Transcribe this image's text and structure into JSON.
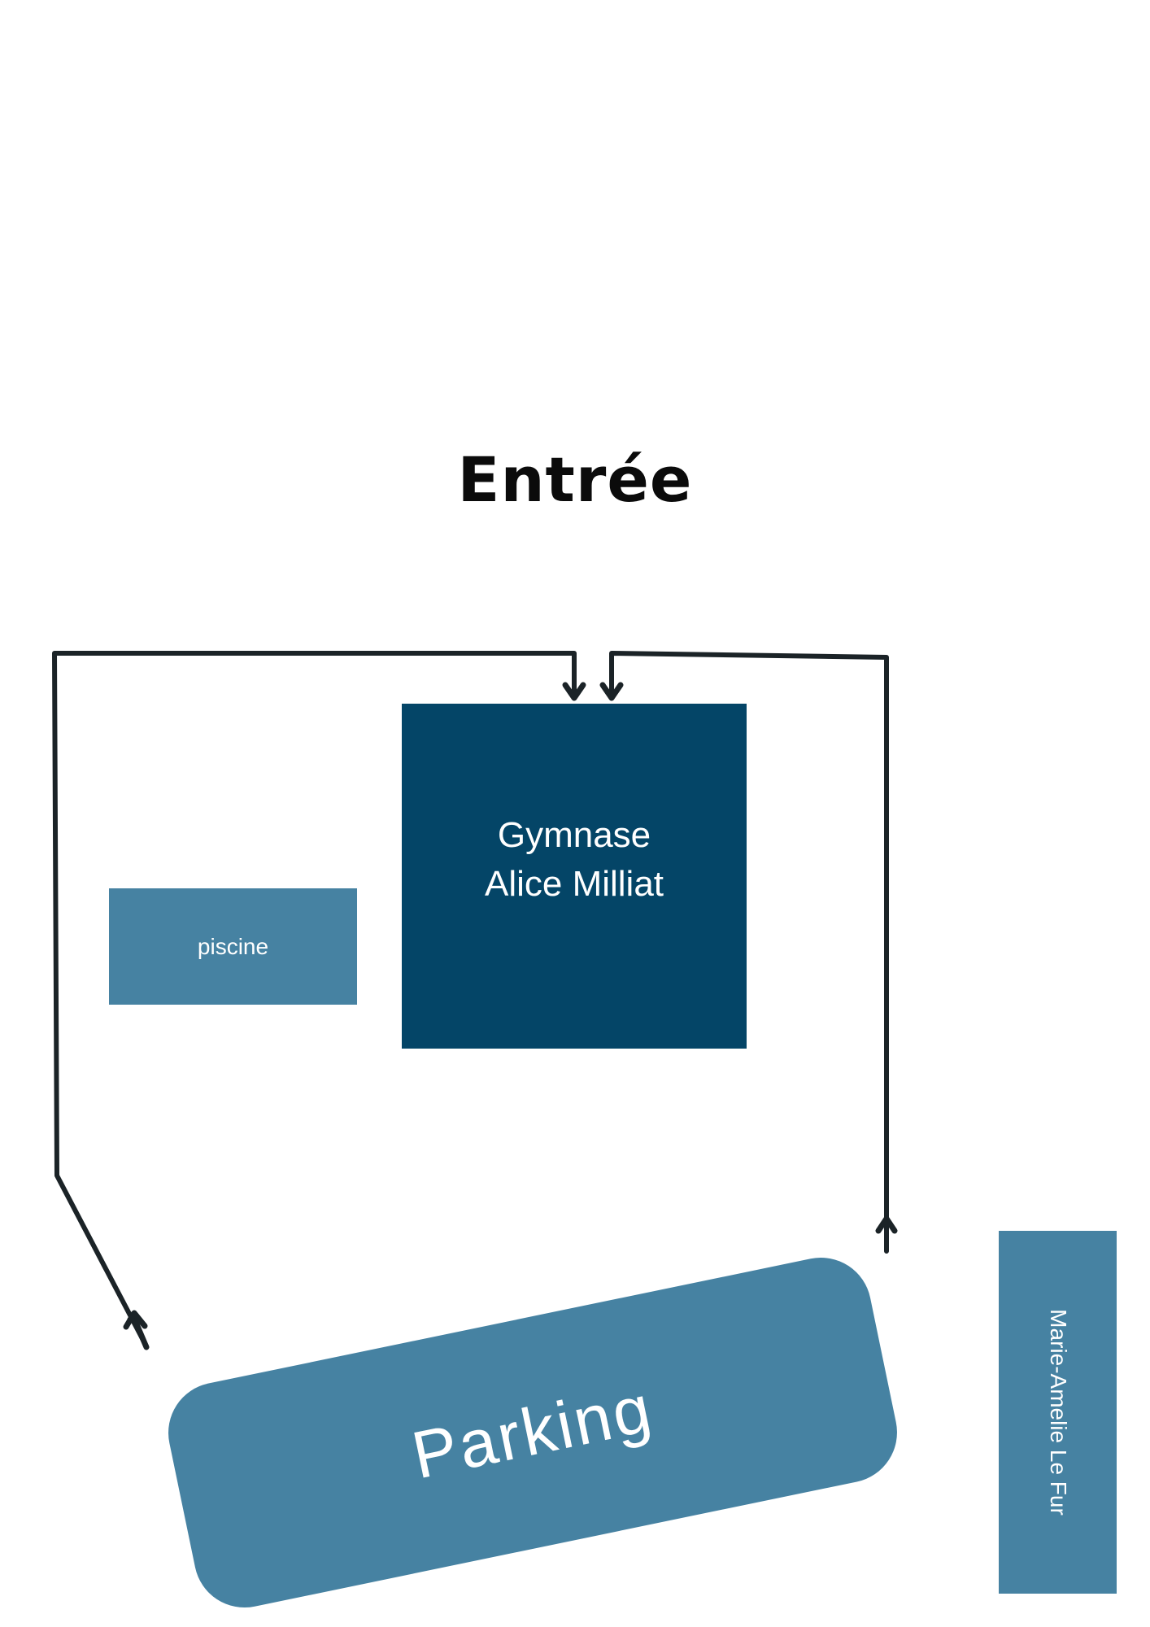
{
  "title": "Entrée",
  "places": {
    "gymnase": {
      "line1": "Gymnase",
      "line2": "Alice Milliat"
    },
    "piscine": {
      "label": "piscine"
    },
    "parking": {
      "label": "Parking"
    },
    "street": {
      "label": "Marie-Amelie Le Fur"
    }
  },
  "colors": {
    "gymnase_fill": "#044567",
    "secondary_fill": "#4682a2",
    "path_stroke": "#1b2327",
    "text_dark": "#0b0b0b",
    "text_light": "#ffffff"
  },
  "icons": {
    "route_left": "path-arrow",
    "route_right": "path-arrow"
  }
}
